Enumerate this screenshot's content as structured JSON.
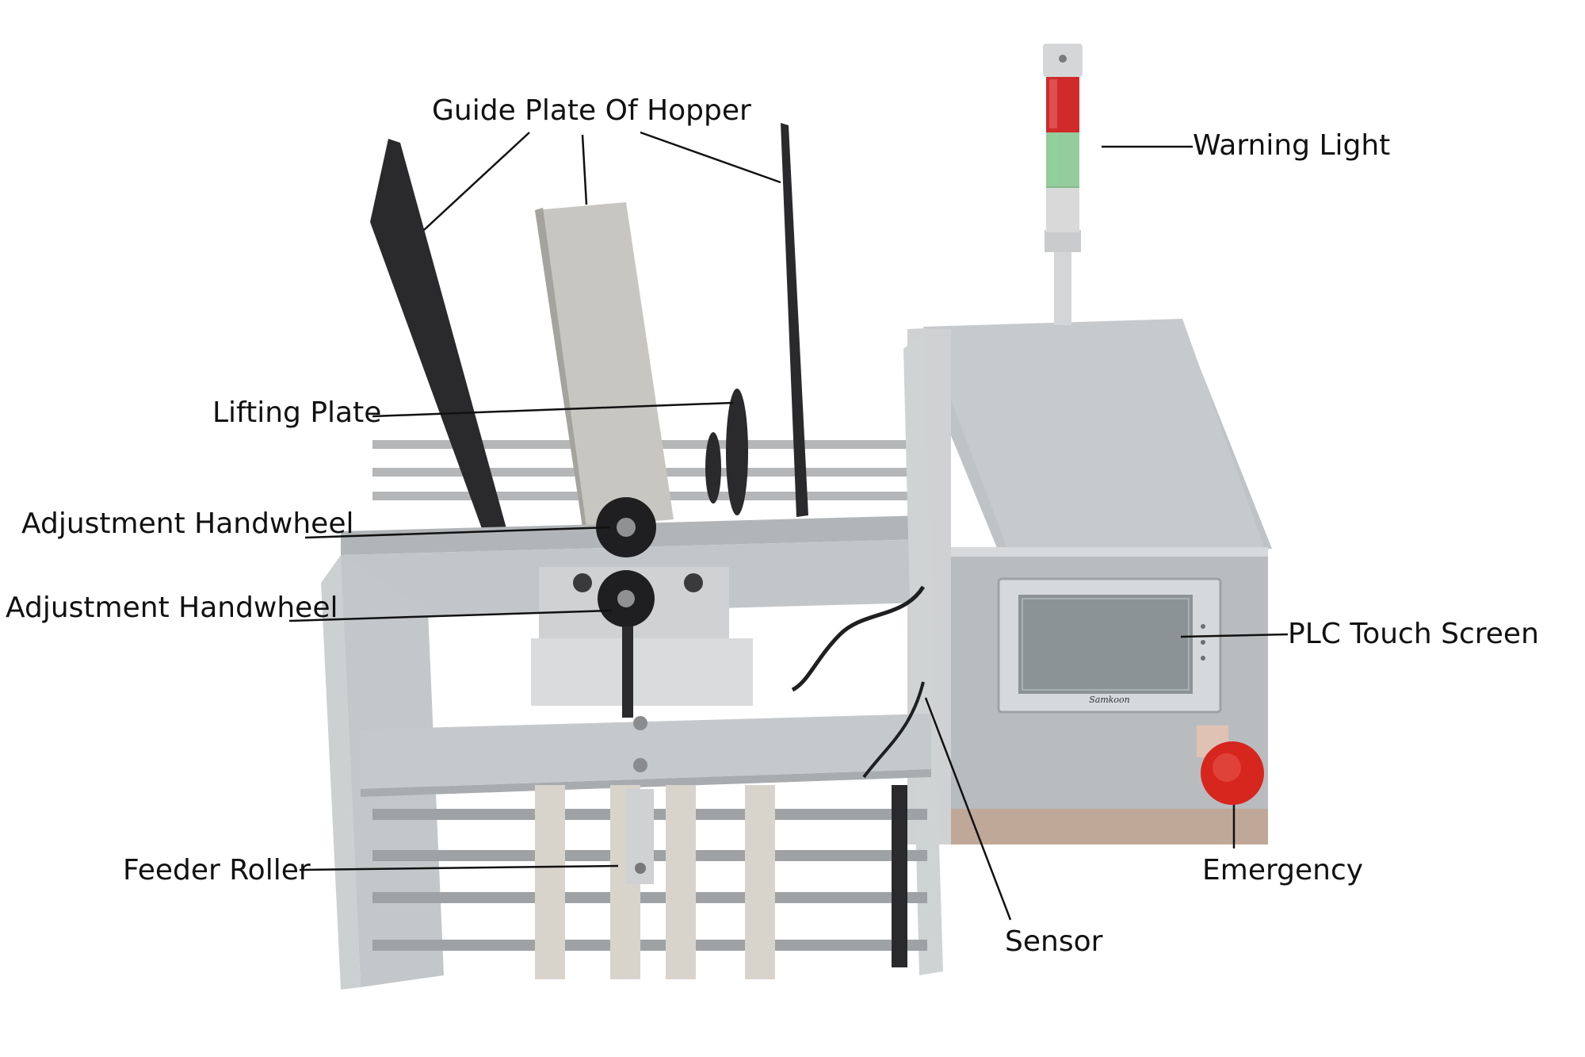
{
  "labels": {
    "guide_plate": "Guide Plate Of Hopper",
    "warning_light": "Warning Light",
    "lifting_plate": "Lifting Plate",
    "adjustment_handwheel_1": "Adjustment Handwheel",
    "adjustment_handwheel_2": "Adjustment Handwheel",
    "plc_touch_screen": "PLC Touch Screen",
    "feeder_roller": "Feeder Roller",
    "emergency": "Emergency",
    "sensor": "Sensor"
  },
  "screen_brand": "Samkoon",
  "colors": {
    "steel": "#c9cbcc",
    "steel_dark": "#9ea2a4",
    "black_plate": "#2a2a2d",
    "lamp_red": "#d02a2a",
    "lamp_green": "#3ea24e",
    "estop_red": "#d7261e",
    "screen": "#8c9397",
    "leader": "#111111"
  }
}
